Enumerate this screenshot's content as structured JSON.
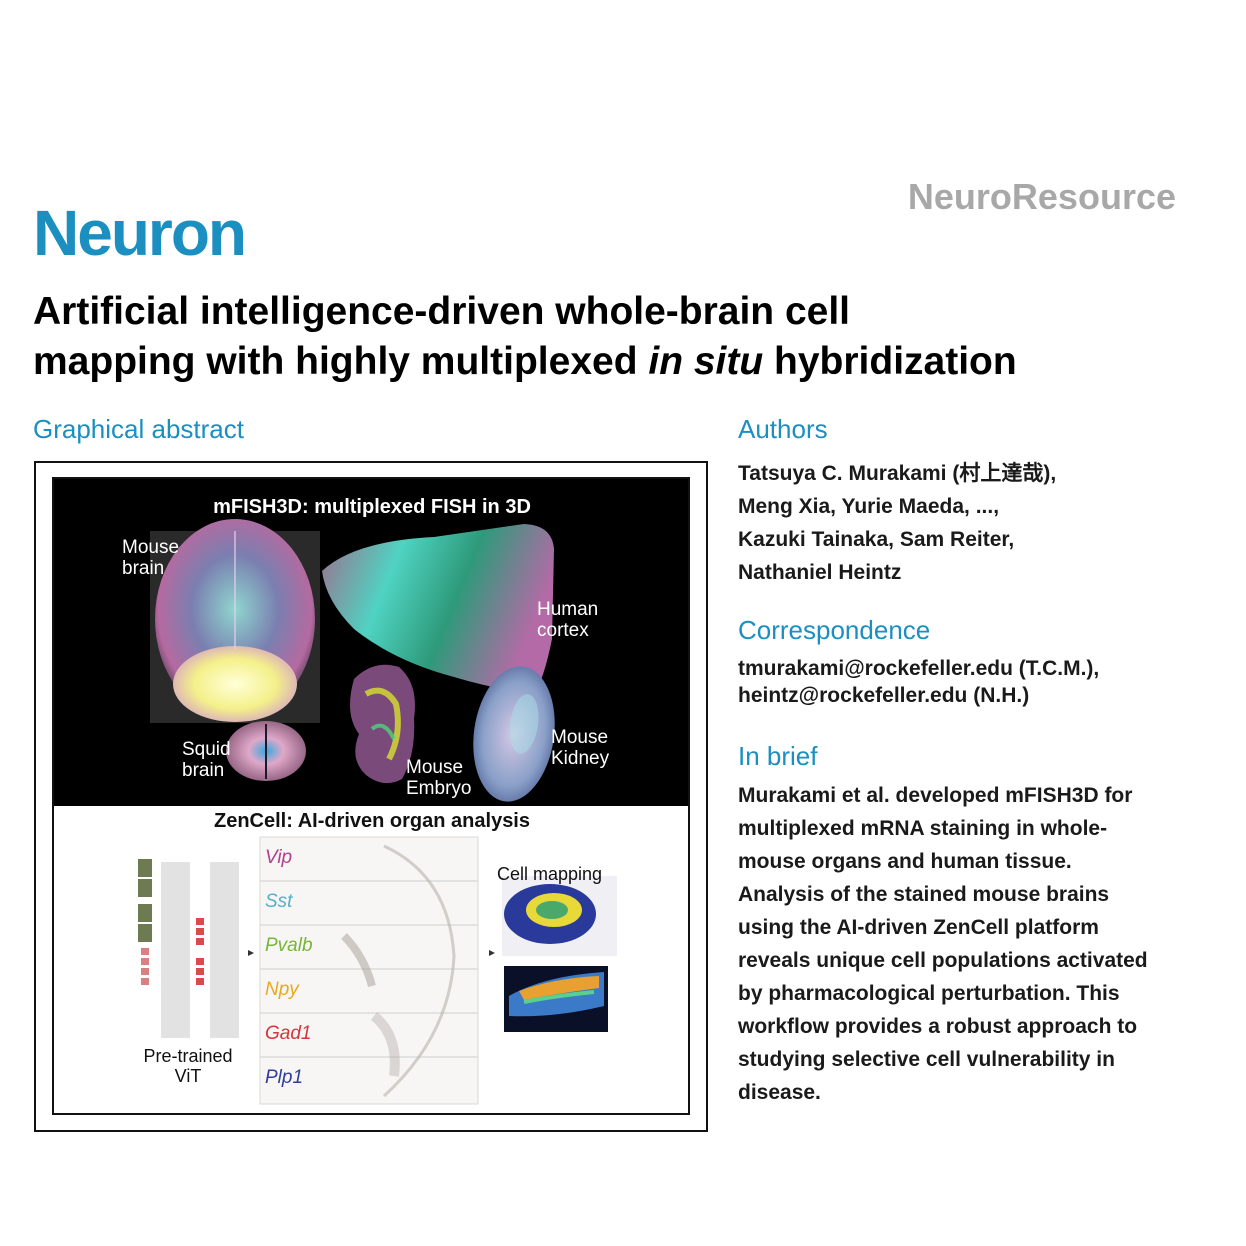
{
  "header": {
    "journal": "Neuron",
    "article_type": "NeuroResource"
  },
  "title": {
    "part1": "Artificial intelligence-driven whole-brain cell",
    "part2": "mapping with highly multiplexed ",
    "italic": "in situ",
    "part3": " hybridization"
  },
  "graphical_abstract": {
    "heading": "Graphical abstract",
    "top_panel": {
      "title": "mFISH3D: multiplexed FISH in 3D",
      "labels": {
        "mouse_brain_1": "Mouse",
        "mouse_brain_2": "brain",
        "human_cortex_1": "Human",
        "human_cortex_2": "cortex",
        "squid_brain_1": "Squid",
        "squid_brain_2": "brain",
        "mouse_embryo_1": "Mouse",
        "mouse_embryo_2": "Embryo",
        "mouse_kidney_1": "Mouse",
        "mouse_kidney_2": "Kidney"
      }
    },
    "bottom_panel": {
      "title": "ZenCell: AI-driven organ analysis",
      "vit_label_1": "Pre-trained",
      "vit_label_2": "ViT",
      "cell_mapping": "Cell mapping",
      "genes": [
        {
          "name": "Vip",
          "color": "#b0408e"
        },
        {
          "name": "Sst",
          "color": "#4fb3c9"
        },
        {
          "name": "Pvalb",
          "color": "#7ab53a"
        },
        {
          "name": "Npy",
          "color": "#e8a920"
        },
        {
          "name": "Gad1",
          "color": "#d6343a"
        },
        {
          "name": "Plp1",
          "color": "#2f3e9c"
        }
      ]
    }
  },
  "authors": {
    "heading": "Authors",
    "lines": [
      "Tatsuya C. Murakami (村上達哉),",
      "Meng Xia, Yurie Maeda, ...,",
      "Kazuki Tainaka, Sam Reiter,",
      "Nathaniel Heintz"
    ]
  },
  "correspondence": {
    "heading": "Correspondence",
    "lines": [
      "tmurakami@rockefeller.edu (T.C.M.),",
      "heintz@rockefeller.edu (N.H.)"
    ]
  },
  "in_brief": {
    "heading": "In brief",
    "lines": [
      "Murakami et al. developed mFISH3D for",
      "multiplexed mRNA staining in whole-",
      "mouse organs and human tissue.",
      "Analysis of the stained mouse brains",
      "using the AI-driven ZenCell platform",
      "reveals unique cell populations activated",
      "by pharmacological perturbation. This",
      "workflow provides a robust approach to",
      "studying selective cell vulnerability in",
      "disease."
    ]
  },
  "colors": {
    "brand_blue": "#1a8fc0",
    "article_type_gray": "#a8a8a8"
  }
}
